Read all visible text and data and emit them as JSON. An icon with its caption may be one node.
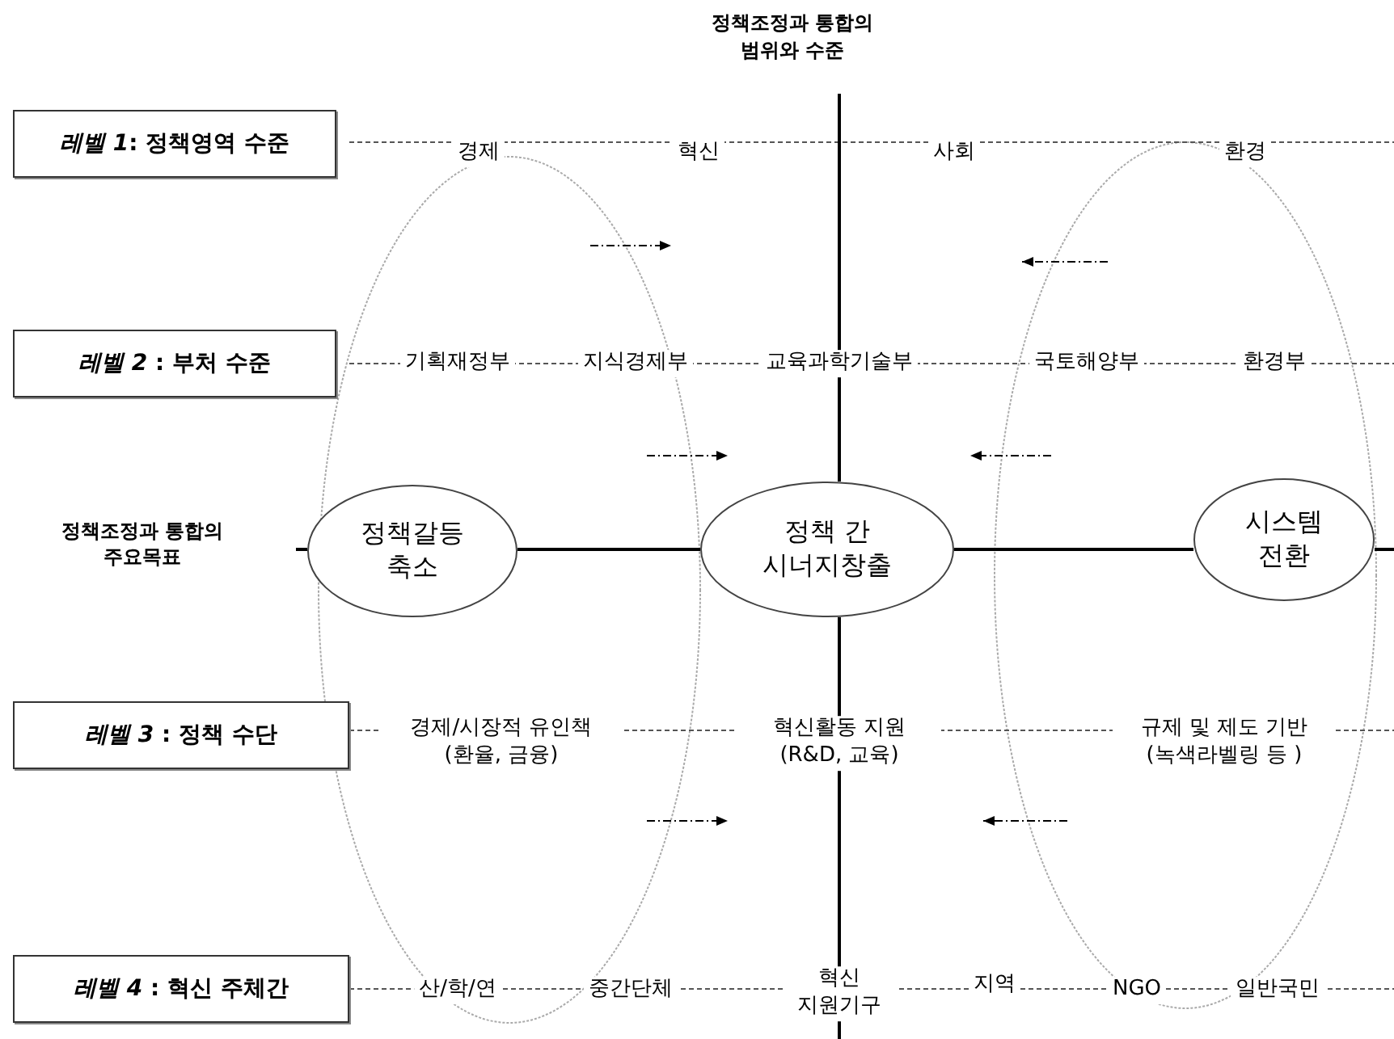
{
  "diagram": {
    "title": "정책조정과 통합의 범위와 수준",
    "nodes": [
      {
        "text": [
          "*레벨 1*: 정책영역 수준"
        ]
      },
      {
        "text": [
          "*레벨 2* : 부처 수준"
        ]
      },
      {
        "text": [
          "*레벨 3* : 정책 수단"
        ]
      },
      {
        "text": [
          "*레벨 4* : 혁신 주체간"
        ]
      },
      {
        "text": [
          "정책갈등 축소"
        ]
      },
      {
        "text": [
          "정책 간 시너지창출"
        ]
      },
      {
        "text": [
          "시스템 전환"
        ]
      }
    ],
    "edges": [
      {
        "from": 4,
        "to": 5,
        "arrow": "none"
      },
      {
        "from": 5,
        "to": 6,
        "arrow": "none"
      }
    ],
    "labels": [
      "경제",
      "혁신",
      "사회",
      "환경",
      "기획재정부",
      "지식경제부",
      "교육과학기술부",
      "국토해양부",
      "환경부",
      "정책조정과 통합의 주요목표",
      "경제/시장적 유인책 (환율, 금융)",
      "혁신활동 지원 (R&D, 교육)",
      "규제 및 제도 기반 (녹색라벨링 등 )",
      "산/학/연",
      "중간단체",
      "혁신 지원기구",
      "지역",
      "NGO",
      "일반국민"
    ]
  }
}
